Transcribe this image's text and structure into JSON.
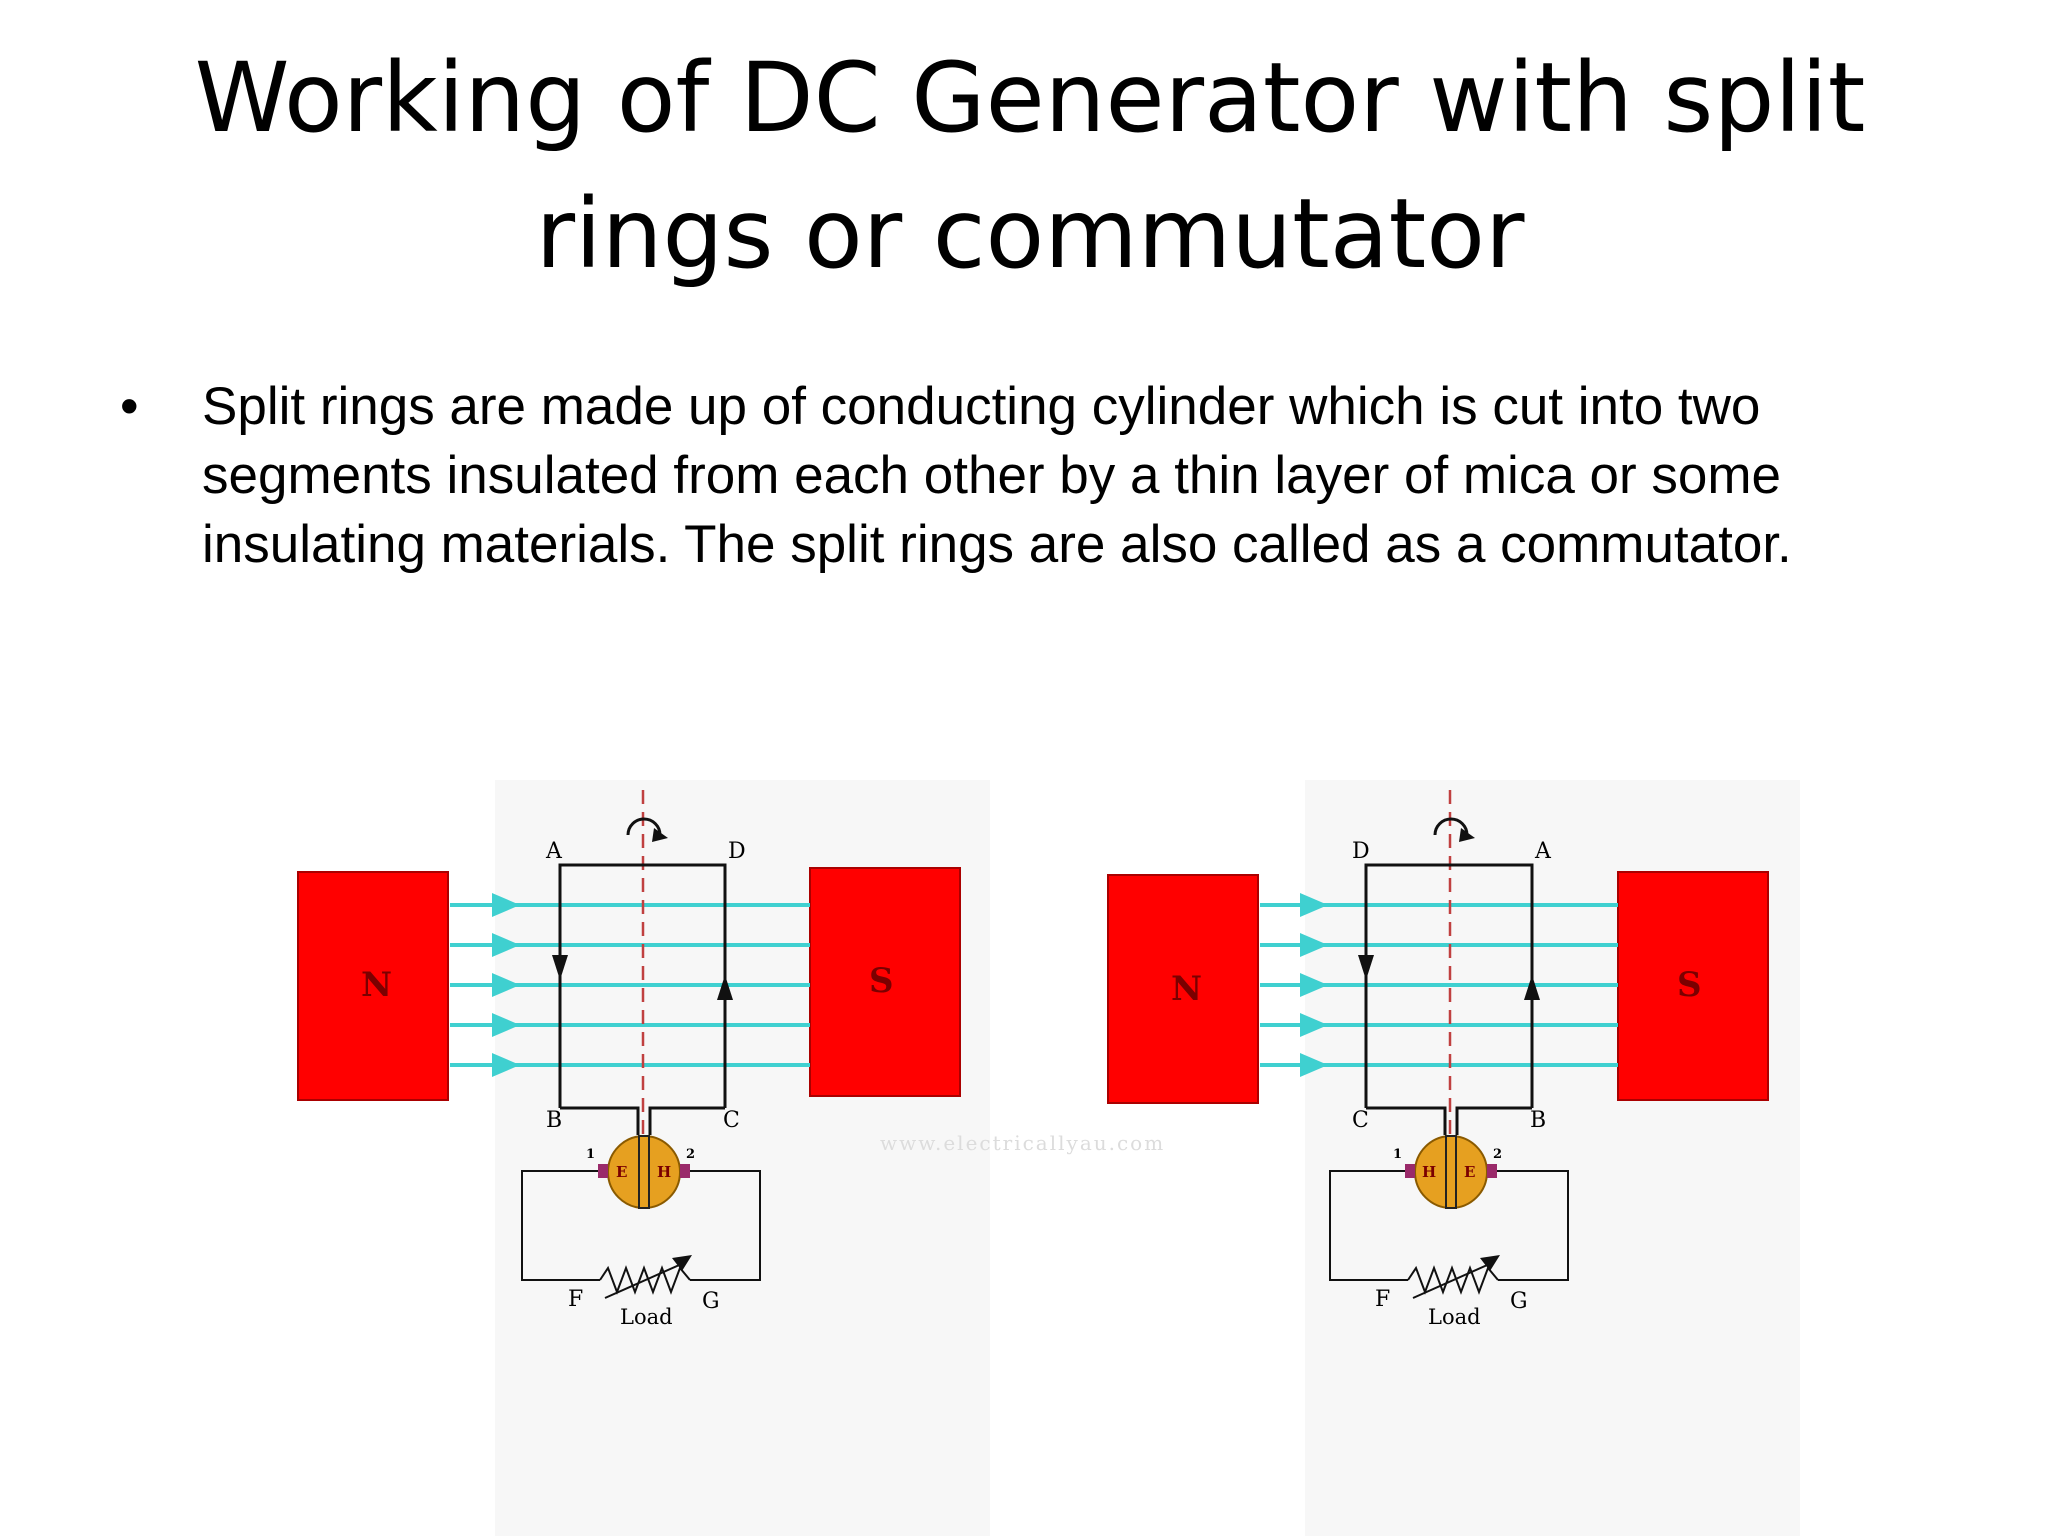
{
  "title": "Working of DC Generator with split rings or commutator",
  "bullets": [
    "Split rings are made up of conducting cylinder which is cut into two segments insulated from each other by a thin layer of mica or some insulating materials. The split rings are also called as a commutator."
  ],
  "bullet_symbol": "•",
  "diagram": {
    "watermark": "www.electricallyau.com",
    "panels": [
      {
        "north": "N",
        "south": "S",
        "top_left": "A",
        "top_right": "D",
        "bottom_left": "B",
        "bottom_right": "C",
        "seg_left": "E",
        "seg_right": "H",
        "brush_left": "1",
        "brush_right": "2",
        "load_left": "F",
        "load_right": "G",
        "load": "Load"
      },
      {
        "north": "N",
        "south": "S",
        "top_left": "D",
        "top_right": "A",
        "bottom_left": "C",
        "bottom_right": "B",
        "seg_left": "H",
        "seg_right": "E",
        "brush_left": "1",
        "brush_right": "2",
        "load_left": "F",
        "load_right": "G",
        "load": "Load"
      }
    ],
    "colors": {
      "magnet": "#ff0000",
      "field_line": "#3fd0d0",
      "commutator": "#e6a020",
      "wire": "#222222",
      "axis": "#c04040"
    }
  }
}
